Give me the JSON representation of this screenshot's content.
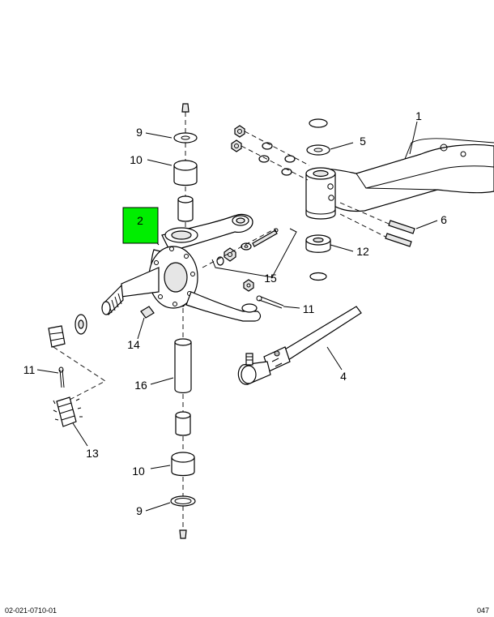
{
  "highlight": {
    "number": "2",
    "color": "#00ee00"
  },
  "callouts": {
    "c1": "1",
    "c4": "4",
    "c5": "5",
    "c6": "6",
    "c9_top": "9",
    "c9_bottom": "9",
    "c10_top": "10",
    "c10_bottom": "10",
    "c11_left": "11",
    "c11_right": "11",
    "c12": "12",
    "c13": "13",
    "c14": "14",
    "c15": "15",
    "c16": "16"
  },
  "footer": {
    "left": "02-021-0710-01",
    "right": "047"
  }
}
